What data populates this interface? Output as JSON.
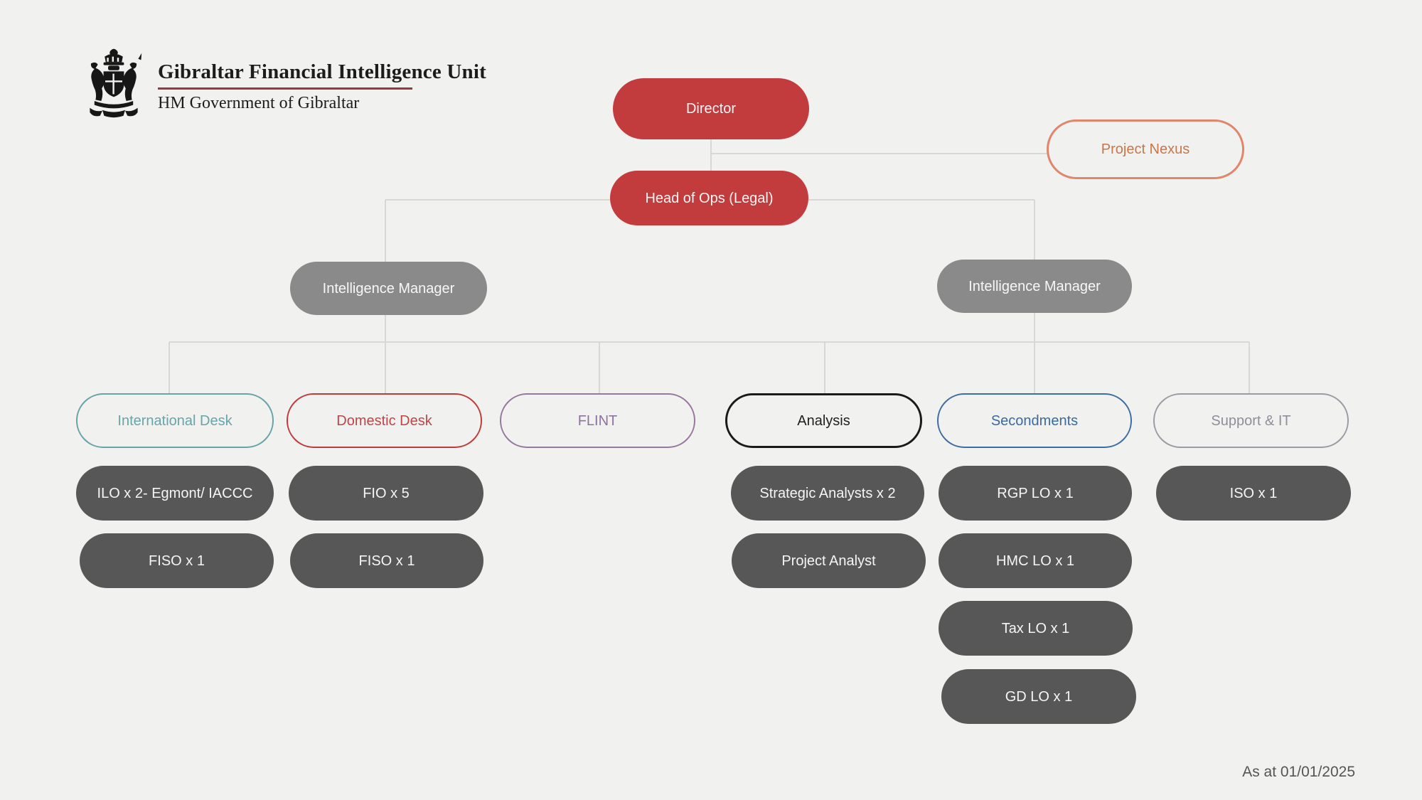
{
  "header": {
    "org_name": "Gibraltar Financial Intelligence Unit",
    "org_subtitle": "HM Government of Gibraltar",
    "crest_icon": "royal-coat-of-arms"
  },
  "chart": {
    "type": "org-chart",
    "director": {
      "label": "Director"
    },
    "project_nexus": {
      "label": "Project Nexus"
    },
    "head_of_ops": {
      "label": "Head of Ops (Legal)"
    },
    "intel_manager_left": {
      "label": "Intelligence Manager"
    },
    "intel_manager_right": {
      "label": "Intelligence Manager"
    },
    "desks": [
      {
        "label": "International Desk",
        "accent": "#67a3a7"
      },
      {
        "label": "Domestic Desk",
        "accent": "#bf3b3d"
      },
      {
        "label": "FLINT",
        "accent": "#96789f"
      },
      {
        "label": "Analysis",
        "accent": "#1a1a1a"
      },
      {
        "label": "Secondments",
        "accent": "#3e6da3"
      },
      {
        "label": "Support & IT",
        "accent": "#9b9ba6"
      }
    ],
    "roles": [
      {
        "label": "ILO x 2- Egmont/ IACCC",
        "under": "International Desk"
      },
      {
        "label": "FIO x 5",
        "under": "Domestic Desk"
      },
      {
        "label": "Strategic Analysts x 2",
        "under": "Analysis"
      },
      {
        "label": "RGP LO x 1",
        "under": "Secondments"
      },
      {
        "label": "ISO x 1",
        "under": "Support & IT"
      },
      {
        "label": "FISO x 1",
        "under": "International Desk"
      },
      {
        "label": "FISO x 1",
        "under": "Domestic Desk"
      },
      {
        "label": "Project Analyst",
        "under": "Analysis"
      },
      {
        "label": "HMC LO x 1",
        "under": "Secondments"
      },
      {
        "label": "Tax LO x 1",
        "under": "Secondments"
      },
      {
        "label": "GD LO x 1",
        "under": "Secondments"
      }
    ]
  },
  "colors": {
    "background": "#f1f1ef",
    "primary_red": "#c23b3d",
    "nexus_orange": "#e0866a",
    "manager_grey": "#8a8a8a",
    "role_dark_grey": "#575757",
    "connector_grey": "#d8d8d6",
    "title_rule_red": "#97393d"
  },
  "footer": {
    "as_at": "As at 01/01/2025"
  }
}
